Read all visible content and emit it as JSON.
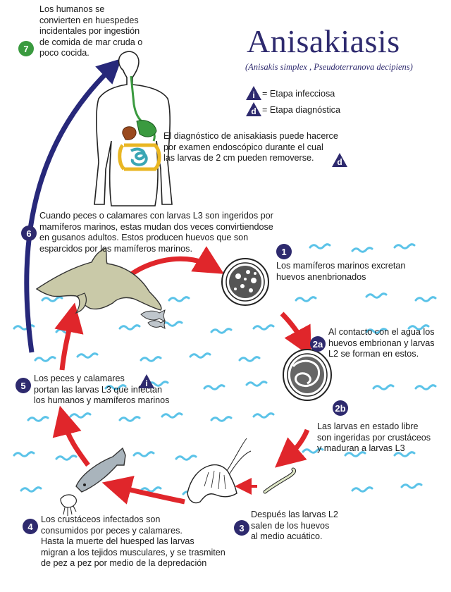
{
  "title": "Anisakiasis",
  "subtitle": "(Anisakis simplex , Pseudoterranova decipiens)",
  "legend": {
    "infective_symbol": "i",
    "infective_label": "= Etapa infecciosa",
    "diagnostic_symbol": "d",
    "diagnostic_label": "= Etapa diagnóstica"
  },
  "diagnosis_text": [
    "El diagnóstico de anisakiasis puede hacerce",
    "por examen endoscópico durante el cual",
    "las larvas de 2 cm pueden removerse."
  ],
  "steps": {
    "s7": {
      "badge": "7",
      "lines": [
        "Los humanos se",
        "convierten en huespedes",
        "incidentales por ingestión",
        "de comida de mar cruda o",
        "poco cocida."
      ]
    },
    "s6": {
      "badge": "6",
      "lines": [
        "Cuando peces o calamares con larvas L3 son ingeridos por",
        "mamíferos marinos, estas mudan dos veces convirtiendose",
        "en gusanos adultos. Estos producen huevos que son",
        "esparcidos por los mamíferos marinos."
      ]
    },
    "s1": {
      "badge": "1",
      "lines": [
        "Los mamíferos marinos excretan",
        "huevos anenbrionados"
      ]
    },
    "s2a": {
      "badge": "2a",
      "lines": [
        "Al contacto con el agua los",
        "huevos embrionan y larvas",
        "L2 se forman en estos."
      ]
    },
    "s2b": {
      "badge": "2b",
      "lines": [
        "Las larvas en estado libre",
        "son ingeridas por crustáceos",
        "y maduran a larvas L3"
      ]
    },
    "s3": {
      "badge": "3",
      "lines": [
        "Después las larvas L2",
        "salen de los huevos",
        "al medio acuático."
      ]
    },
    "s4": {
      "badge": "4",
      "lines": [
        "Los crustáceos infectados son",
        "consumidos por peces y calamares.",
        "Hasta la muerte del huesped las larvas",
        "migran a los tejidos musculares, y se trasmiten",
        "de pez a pez por medio de la depredación"
      ]
    },
    "s5": {
      "badge": "5",
      "lines": [
        "Los peces y calamares",
        "portan las larvas L3 que infectan",
        "los humanos y mamíferos marinos"
      ]
    }
  },
  "colors": {
    "navy": "#2e2a6e",
    "green_badge": "#3a9a3f",
    "cycle_arrow": "#e0262b",
    "human_arrow": "#27287a",
    "water": "#5bc3e8"
  },
  "icons": [
    "human-figure",
    "dolphin-icon",
    "egg-icon",
    "embryonated-egg-icon",
    "larva-icon",
    "shrimp-icon",
    "fish-icon",
    "squid-icon"
  ]
}
